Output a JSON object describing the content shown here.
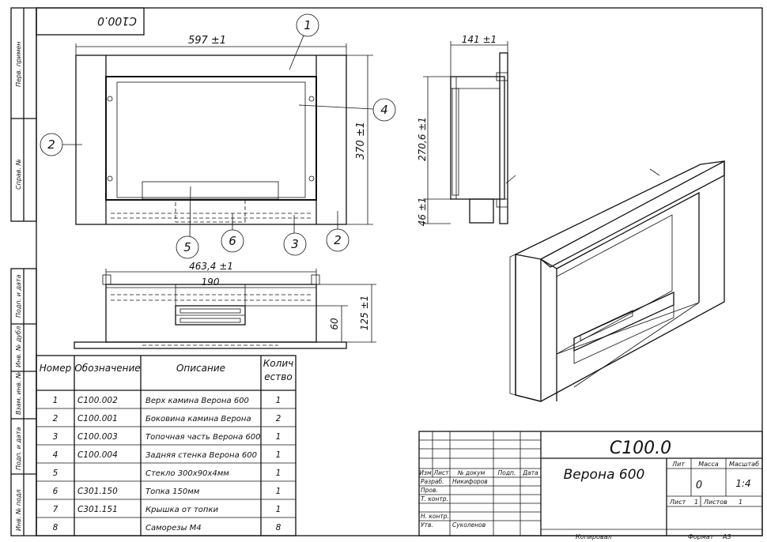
{
  "stamp_top": "C100.0",
  "side_margin": [
    "Перв. примен",
    "Справ. №",
    "Подп. и дата",
    "Инв. № дубл",
    "Взам. инв. №",
    "Подп. и дата",
    "Инв. № подл"
  ],
  "dims": {
    "width": "597 ±1",
    "height": "370 ±1",
    "side_depth": "141 ±1",
    "side_h": "270,6 ±1",
    "side_low": "46 ±1",
    "bottom_w": "463,4 ±1",
    "bottom_inner": "190",
    "bottom_60": "60",
    "bottom_h": "125 ±1"
  },
  "callouts": [
    "1",
    "2",
    "4",
    "5",
    "6",
    "3",
    "2"
  ],
  "table": {
    "headers": [
      "Номер",
      "Обозначение",
      "Описание",
      "Колич ество"
    ],
    "rows": [
      [
        "1",
        "C100.002",
        "Верх камина Верона 600",
        "1"
      ],
      [
        "2",
        "C100.001",
        "Боковина камина Верона",
        "2"
      ],
      [
        "3",
        "C100.003",
        "Топочная часть Верона 600",
        "1"
      ],
      [
        "4",
        "C100.004",
        "Задняя стенка Верона 600",
        "1"
      ],
      [
        "5",
        "",
        "Стекло 300х90х4мм",
        "1"
      ],
      [
        "6",
        "C301.150",
        "Топка 150мм",
        "1"
      ],
      [
        "7",
        "C301.151",
        "Крышка от топки",
        "1"
      ],
      [
        "8",
        "",
        "Саморезы М4",
        "8"
      ]
    ]
  },
  "title_block": {
    "code": "C100.0",
    "name": "Верона 600",
    "col_heads": [
      "Изм",
      "Лист",
      "№ докум",
      "Подп.",
      "Дата"
    ],
    "roles": [
      "Разраб.",
      "Пров.",
      "Т. контр.",
      "",
      "Н. контр.",
      "Утв."
    ],
    "names": [
      "Никифоров",
      "",
      "",
      "",
      "",
      "Суколенов"
    ],
    "lit": "Лит",
    "mass": "Масса",
    "scale": "Масштаб",
    "mass_val": "0",
    "scale_val": "1:4",
    "sheet": "Лист",
    "sheet_val": "1",
    "sheets": "Листов",
    "sheets_val": "1",
    "copied": "Копировал",
    "format": "Формат",
    "format_val": "A3"
  }
}
